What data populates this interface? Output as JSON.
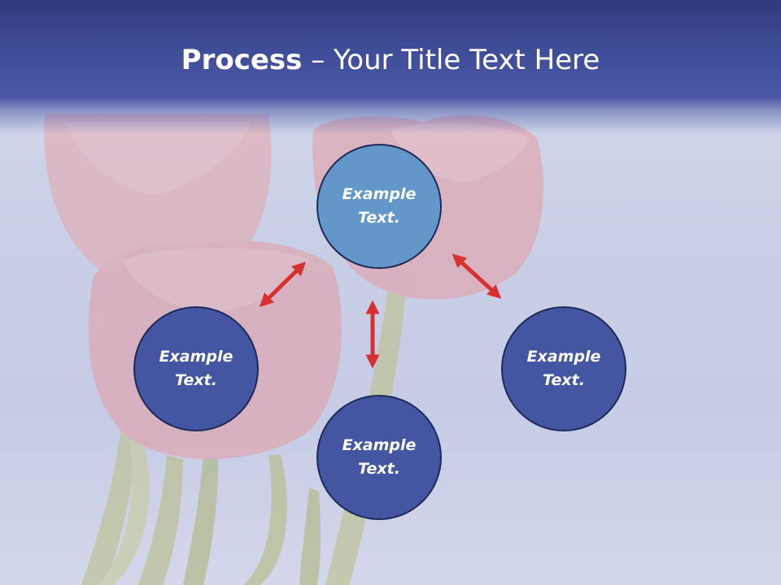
{
  "title": {
    "bold": "Process",
    "separator": " – ",
    "rest": "Your Title Text Here"
  },
  "nodes": {
    "top": "Example Text.",
    "left": "Example Text.",
    "right": "Example Text.",
    "bottom": "Example Text."
  },
  "colors": {
    "title_band": "#3f4d98",
    "node_top_fill": "#6396c9",
    "node_fill": "#4455a2",
    "node_border": "#1f2a5a",
    "arrow": "#d63030",
    "tulip": "#e8a0a6"
  }
}
